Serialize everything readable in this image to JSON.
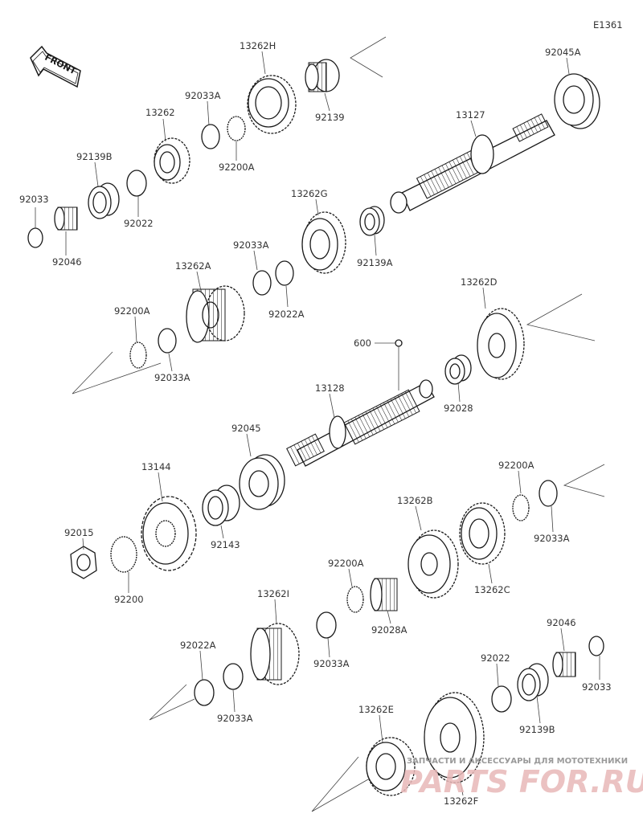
{
  "diagram_code": "E1361",
  "front_label": "FRONT",
  "watermark": {
    "tagline": "ЗАПЧАСТИ И АКСЕССУАРЫ ДЛЯ МОТОТЕХНИКИ",
    "brand": "PARTS FOR.RU"
  },
  "labels": {
    "p13262H": "13262H",
    "p92139_top": "92139",
    "p92045A": "92045A",
    "p92033A_1": "92033A",
    "p13262": "13262",
    "p92200A_1": "92200A",
    "p13127": "13127",
    "p92139B_1": "92139B",
    "p92033_1": "92033",
    "p92022_1": "92022",
    "p92046_1": "92046",
    "p13262G": "13262G",
    "p92139A": "92139A",
    "p92033A_2": "92033A",
    "p13262A": "13262A",
    "p92022A_1": "92022A",
    "p13262D": "13262D",
    "p92200A_2": "92200A",
    "p92033A_3": "92033A",
    "p600": "600",
    "p92028": "92028",
    "p13128": "13128",
    "p92045": "92045",
    "p13144": "13144",
    "p92143": "92143",
    "p92015": "92015",
    "p92200": "92200",
    "p92200A_3": "92200A",
    "p92033A_4": "92033A",
    "p13262B": "13262B",
    "p13262C": "13262C",
    "p92200A_4": "92200A",
    "p92028A": "92028A",
    "p13262I": "13262I",
    "p92033A_5": "92033A",
    "p92022A_2": "92022A",
    "p92033A_6": "92033A",
    "p92046_2": "92046",
    "p92022_2": "92022",
    "p92033_2": "92033",
    "p92139B_2": "92139B",
    "p13262E": "13262E",
    "p13262F": "13262F"
  }
}
